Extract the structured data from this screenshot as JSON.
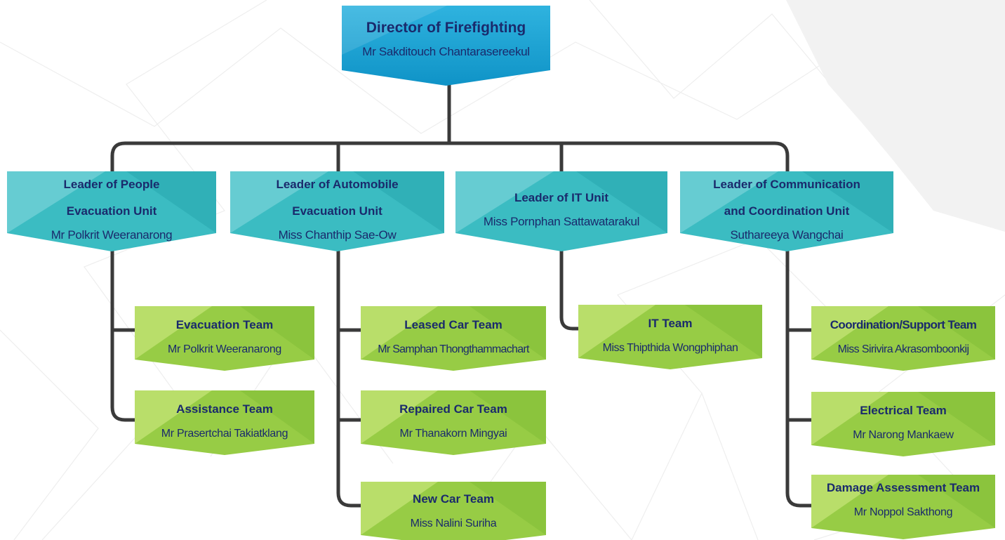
{
  "colors": {
    "director_top": "#1fa8d6",
    "director_bottom": "#0f93c7",
    "leader_light": "#5ac9cf",
    "leader_dark": "#2eb3b8",
    "team_light": "#b7dd5a",
    "team_dark": "#8cc63f",
    "connector": "#3a3a3a",
    "text": "#1a2a6c"
  },
  "director": {
    "title": "Director of Firefighting",
    "name": "Mr Sakditouch Chantarasereekul"
  },
  "leaders": [
    {
      "title_line1": "Leader of People",
      "title_line2": "Evacuation Unit",
      "name": "Mr Polkrit Weeranarong"
    },
    {
      "title_line1": "Leader of Automobile",
      "title_line2": "Evacuation Unit",
      "name": "Miss Chanthip Sae-Ow"
    },
    {
      "title_line1": "Leader of IT Unit",
      "name": "Miss Pornphan Sattawatarakul"
    },
    {
      "title_line1": "Leader of Communication",
      "title_line2": "and Coordination Unit",
      "name": "Suthareeya Wangchai"
    }
  ],
  "teams": [
    {
      "title": "Evacuation Team",
      "name": "Mr Polkrit Weeranarong"
    },
    {
      "title": "Assistance Team",
      "name": "Mr Prasertchai  Takiatklang"
    },
    {
      "title": "Leased Car Team",
      "name": "Mr Samphan Thongthammachart"
    },
    {
      "title": "Repaired Car Team",
      "name": "Mr Thanakorn Mingyai"
    },
    {
      "title": "New Car Team",
      "name": "Miss Nalini  Suriha"
    },
    {
      "title": "IT Team",
      "name": "Miss Thipthida Wongphiphan"
    },
    {
      "title": "Coordination/Support Team",
      "name": "Miss Sirivira Akrasomboonkij"
    },
    {
      "title": "Electrical Team",
      "name": "Mr Narong Mankaew"
    },
    {
      "title": "Damage Assessment Team",
      "name": "Mr Noppol Sakthong"
    }
  ]
}
